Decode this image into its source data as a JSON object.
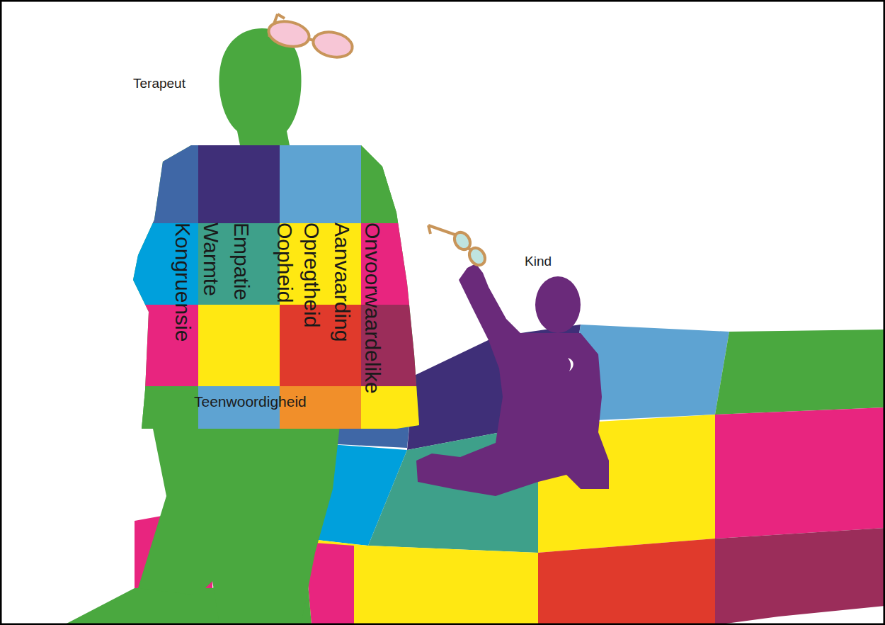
{
  "diagram": {
    "labels": [
      "Terapeut",
      "Kind",
      "Kongruensie",
      "Warmte",
      "Empatie",
      "Oopheid",
      "Opregtheid",
      "Aanvaarding",
      "Onvoorwaardelike",
      "Teenwoordigheid"
    ]
  }
}
